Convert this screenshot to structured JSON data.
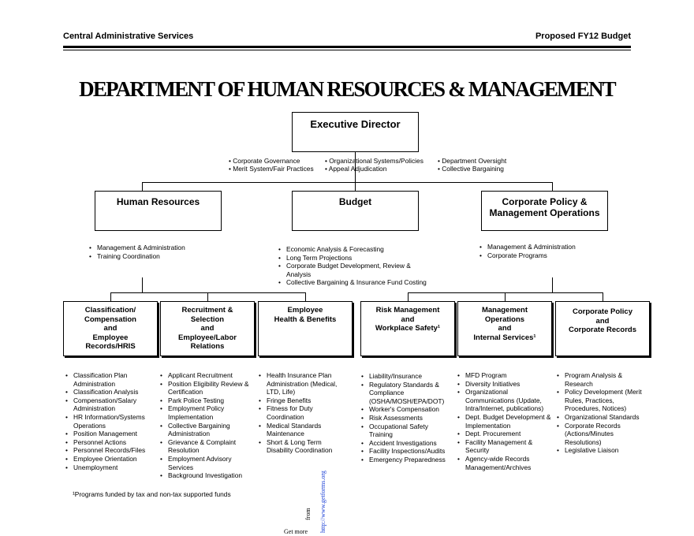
{
  "header": {
    "left": "Central Administrative Services",
    "right": "Proposed FY12 Budget"
  },
  "title": "DEPARTMENT OF HUMAN RESOURCES & MANAGEMENT",
  "executive": {
    "label": "Executive Director",
    "functions": [
      "• Corporate Governance",
      "• Merit System/Fair Practices",
      "• Organizational Systems/Policies",
      "• Appeal Adjudication",
      "• Department Oversight",
      "• Collective Bargaining"
    ]
  },
  "level1": [
    {
      "label": "Human Resources",
      "items": [
        "Management & Administration",
        "Training Coordination"
      ]
    },
    {
      "label": "Budget",
      "items": [
        "Economic Analysis & Forecasting",
        "Long Term Projections",
        "Corporate Budget Development, Review & Analysis",
        "Collective Bargaining & Insurance Fund Costing"
      ]
    },
    {
      "label": "Corporate Policy &",
      "label2": "Management Operations",
      "items": [
        "Management & Administration",
        "Corporate Programs"
      ]
    }
  ],
  "level2": [
    {
      "lines": [
        "Classification/",
        "Compensation",
        "and",
        "Employee",
        "Records/HRIS"
      ],
      "items": [
        "Classification Plan Administration",
        "Classification Analysis",
        "Compensation/Salary Administration",
        "HR Information/Systems Operations",
        "Position Management",
        "Personnel Actions",
        "Personnel Records/Files",
        "Employee Orientation",
        "Unemployment"
      ]
    },
    {
      "lines": [
        "Recruitment &",
        "Selection",
        "and",
        "Employee/Labor",
        "Relations"
      ],
      "items": [
        "Applicant Recruitment",
        "Position Eligibility Review & Certification",
        "Park Police Testing",
        "Employment Policy Implementation",
        "Collective Bargaining Administration",
        "Grievance & Complaint Resolution",
        "Employment Advisory Services",
        "Background Investigation"
      ]
    },
    {
      "lines": [
        "Employee",
        "Health & Benefits"
      ],
      "items": [
        "Health Insurance Plan Administration (Medical, LTD, Life)",
        "Fringe Benefits",
        "Fitness for Duty Coordination",
        "Medical Standards Maintenance",
        "Short & Long Term Disability Coordination"
      ]
    },
    {
      "lines": [
        "Risk Management",
        "and",
        "Workplace Safety¹"
      ],
      "items": [
        "Liability/Insurance",
        "Regulatory Standards & Compliance (OSHA/MOSH/EPA/DOT)",
        "Worker's Compensation",
        "Risk Assessments",
        "Occupational Safety Training",
        "Accident Investigations",
        "Facility Inspections/Audits",
        "Emergency Preparedness"
      ]
    },
    {
      "lines": [
        "Management",
        "Operations",
        "and",
        "Internal Services¹"
      ],
      "items": [
        "MFD Program",
        "Diversity Initiatives",
        "Organizational Communications (Update, Intra/Internet, publications)",
        "Dept. Budget Development & Implementation",
        "Dept. Procurement",
        "Facility Management & Security",
        "Agency-wide Records Management/Archives"
      ]
    },
    {
      "lines": [
        "Corporate Policy",
        "and",
        "Corporate Records"
      ],
      "items": [
        "Program Analysis & Research",
        "Policy Development (Merit Rules, Practices, Procedures, Notices)",
        "Organizational Standards",
        "Corporate Records (Actions/Minutes Resolutions)",
        "Legislative Liaison"
      ]
    }
  ],
  "footnote": "¹Programs funded by tax and non-tax supported funds",
  "watermark": {
    "url": "http://www.getforms.org",
    "get": "Get more",
    "from": "from"
  }
}
